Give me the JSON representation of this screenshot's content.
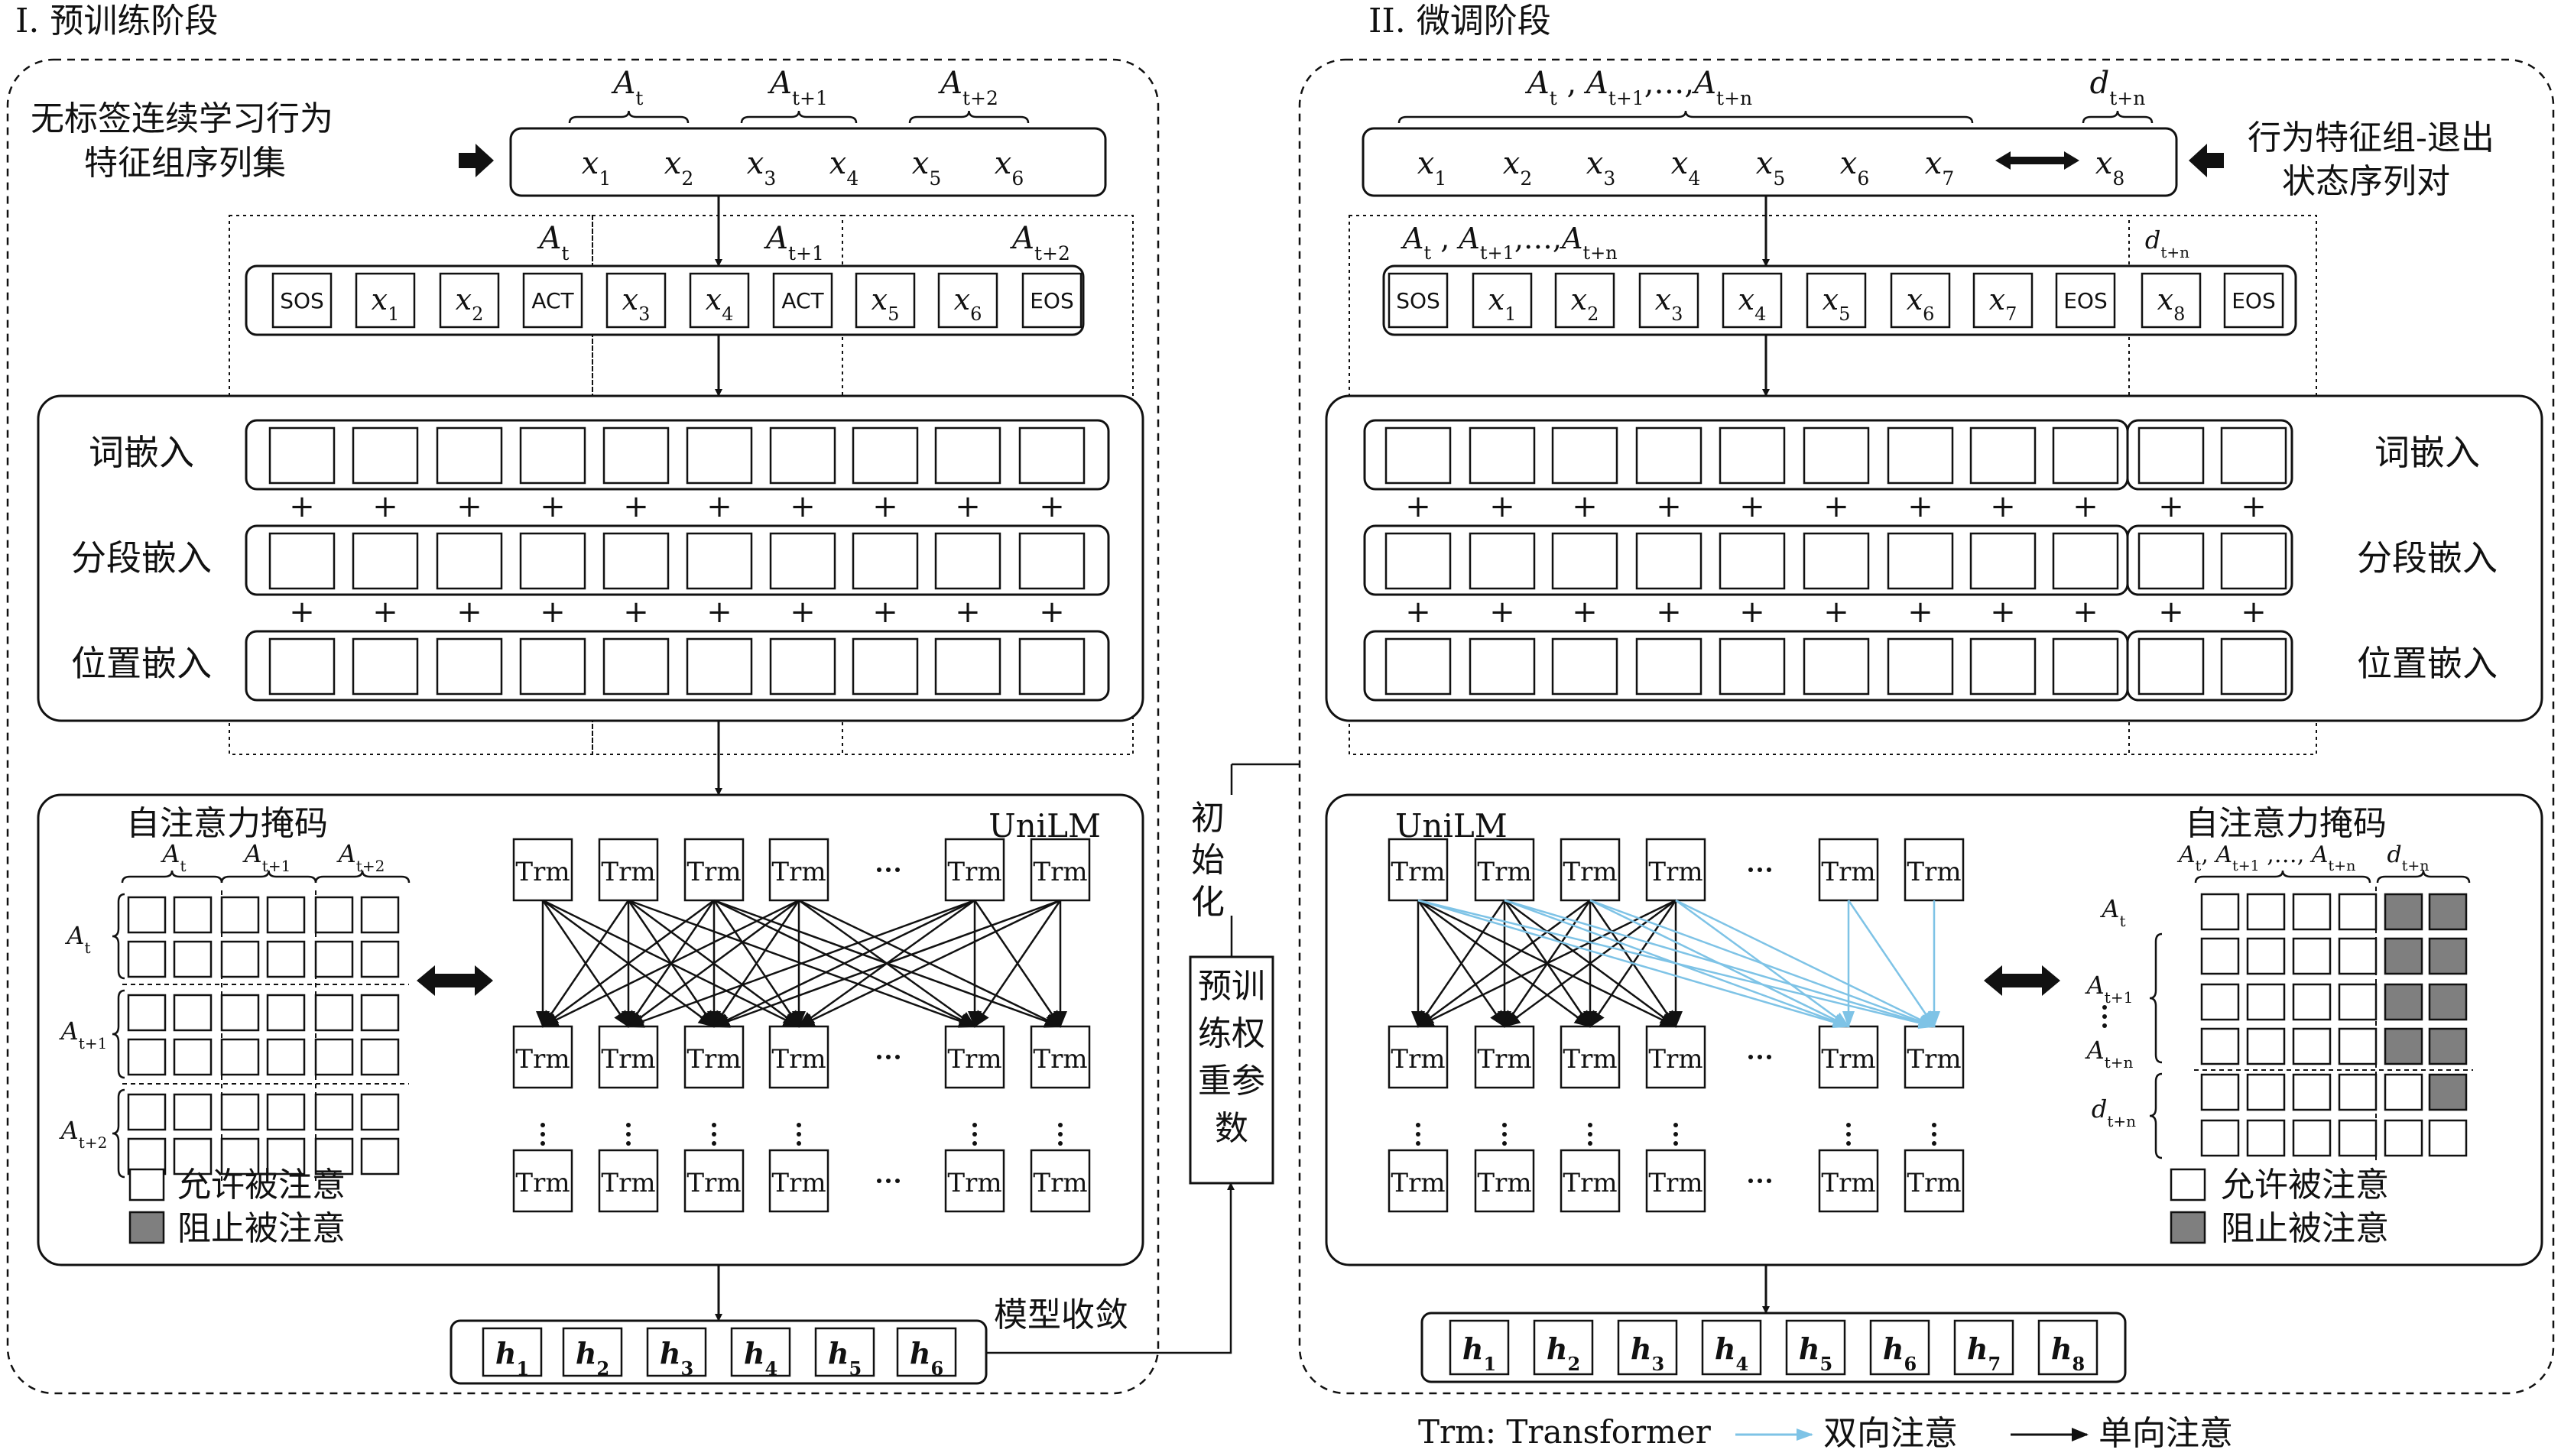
{
  "pretrain": {
    "title": "I. 预训练阶段",
    "input_label_1": "无标签连续学习行为",
    "input_label_2": "特征组序列集",
    "group_labels": [
      [
        "A",
        "t"
      ],
      [
        "A",
        "t+1"
      ],
      [
        "A",
        "t+2"
      ]
    ],
    "x_tokens": [
      "1",
      "2",
      "3",
      "4",
      "5",
      "6"
    ],
    "seq_tokens": [
      {
        "kind": "text",
        "v": "SOS"
      },
      {
        "kind": "x",
        "v": "1"
      },
      {
        "kind": "x",
        "v": "2"
      },
      {
        "kind": "text",
        "v": "ACT"
      },
      {
        "kind": "x",
        "v": "3"
      },
      {
        "kind": "x",
        "v": "4"
      },
      {
        "kind": "text",
        "v": "ACT"
      },
      {
        "kind": "x",
        "v": "5"
      },
      {
        "kind": "x",
        "v": "6"
      },
      {
        "kind": "text",
        "v": "EOS"
      }
    ],
    "embed_labels": [
      "词嵌入",
      "分段嵌入",
      "位置嵌入"
    ],
    "mask_title": "自注意力掩码",
    "model_name": "UniLM",
    "trm_label": "Trm",
    "legend_allow": "允许被注意",
    "legend_block": "阻止被注意",
    "outputs": [
      "1",
      "2",
      "3",
      "4",
      "5",
      "6"
    ],
    "converge": "模型收敛"
  },
  "init": {
    "chars": [
      "初",
      "始",
      "化"
    ],
    "weights": [
      "预训",
      "练权",
      "重参",
      "数"
    ]
  },
  "finetune": {
    "title": "II. 微调阶段",
    "input_label_1": "行为特征组-退出",
    "input_label_2": "状态序列对",
    "x_tokens": [
      "1",
      "2",
      "3",
      "4",
      "5",
      "6",
      "7",
      "8"
    ],
    "seq_tokens": [
      {
        "kind": "text",
        "v": "SOS"
      },
      {
        "kind": "x",
        "v": "1"
      },
      {
        "kind": "x",
        "v": "2"
      },
      {
        "kind": "x",
        "v": "3"
      },
      {
        "kind": "x",
        "v": "4"
      },
      {
        "kind": "x",
        "v": "5"
      },
      {
        "kind": "x",
        "v": "6"
      },
      {
        "kind": "x",
        "v": "7"
      },
      {
        "kind": "text",
        "v": "EOS"
      },
      {
        "kind": "x",
        "v": "8"
      },
      {
        "kind": "text",
        "v": "EOS"
      }
    ],
    "embed_labels": [
      "词嵌入",
      "分段嵌入",
      "位置嵌入"
    ],
    "mask_title": "自注意力掩码",
    "model_name": "UniLM",
    "legend_allow": "允许被注意",
    "legend_block": "阻止被注意",
    "outputs": [
      "1",
      "2",
      "3",
      "4",
      "5",
      "6",
      "7",
      "8"
    ]
  },
  "legend": {
    "trm": "Trm: Transformer",
    "bidirectional": "双向注意",
    "unidirectional": "单向注意",
    "blue": "#7ec3e6",
    "black": "#111111",
    "gray": "#7f7f7f"
  }
}
